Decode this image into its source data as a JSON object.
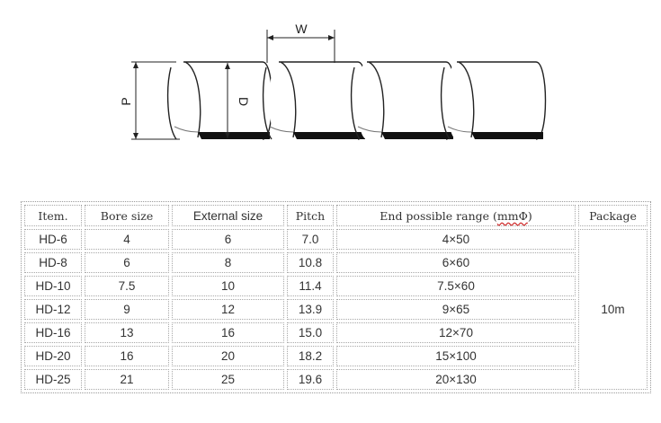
{
  "diagram": {
    "width_label": "W",
    "pitch_label": "P",
    "diameter_label": "D"
  },
  "table": {
    "headers": {
      "item": "Item.",
      "bore": "Bore size",
      "external": "External size",
      "pitch": "Pitch",
      "range_prefix": "End possible range (",
      "range_unit": "mmΦ",
      "range_suffix": ")",
      "package": "Package"
    },
    "rows": [
      {
        "item": "HD-6",
        "bore": "4",
        "external": "6",
        "pitch": "7.0",
        "range": "4×50"
      },
      {
        "item": "HD-8",
        "bore": "6",
        "external": "8",
        "pitch": "10.8",
        "range": "6×60"
      },
      {
        "item": "HD-10",
        "bore": "7.5",
        "external": "10",
        "pitch": "11.4",
        "range": "7.5×60"
      },
      {
        "item": "HD-12",
        "bore": "9",
        "external": "12",
        "pitch": "13.9",
        "range": "9×65"
      },
      {
        "item": "HD-16",
        "bore": "13",
        "external": "16",
        "pitch": "15.0",
        "range": "12×70"
      },
      {
        "item": "HD-20",
        "bore": "16",
        "external": "20",
        "pitch": "18.2",
        "range": "15×100"
      },
      {
        "item": "HD-25",
        "bore": "21",
        "external": "25",
        "pitch": "19.6",
        "range": "20×130"
      }
    ],
    "package": "10m"
  }
}
